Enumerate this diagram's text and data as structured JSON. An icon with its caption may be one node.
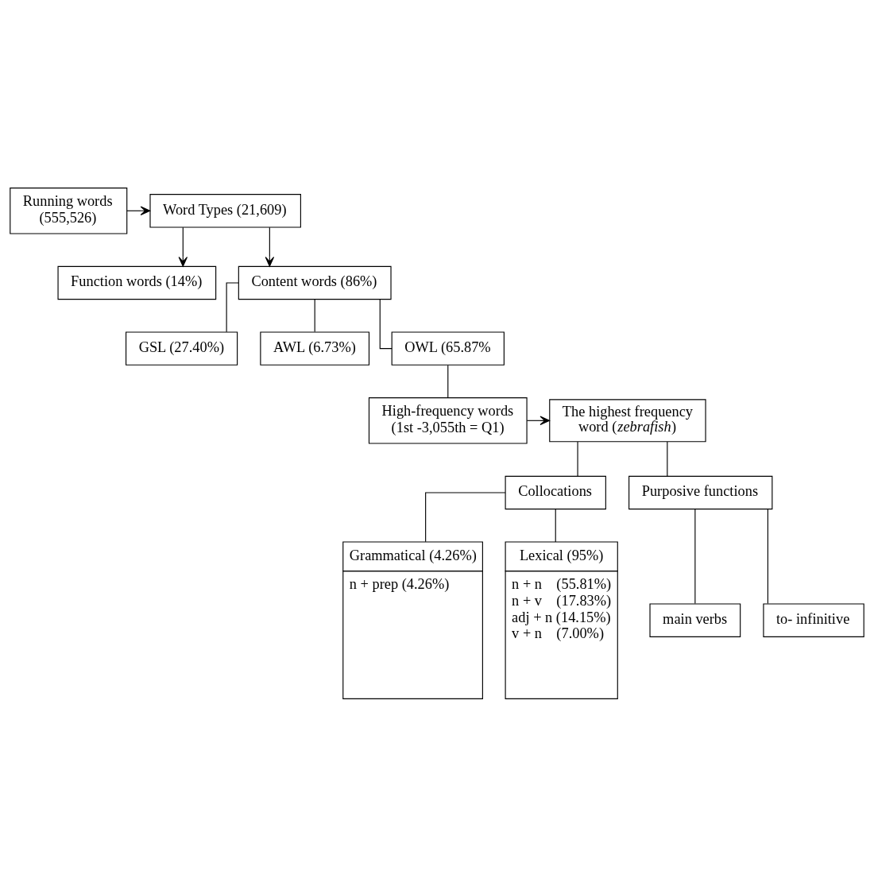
{
  "diagram": {
    "nodes": [
      {
        "text": [
          "Running words (555,526)"
        ]
      },
      {
        "text": [
          "Word Types (21,609)"
        ]
      },
      {
        "text": [
          "Function words (14%)"
        ]
      },
      {
        "text": [
          "Content words (86%)"
        ]
      },
      {
        "text": [
          "GSL (27.40%)"
        ]
      },
      {
        "text": [
          "AWL (6.73%)"
        ]
      },
      {
        "text": [
          "OWL (65.87%"
        ]
      },
      {
        "text": [
          "High-frequency words (1st -3,055th = Q1)"
        ]
      },
      {
        "text": [
          "The highest frequency word (*zebrafish*)"
        ]
      },
      {
        "text": [
          "Collocations"
        ]
      },
      {
        "text": [
          "Purposive functions"
        ]
      },
      {
        "text": [
          "Grammatical (4.26%)",
          "n + prep (4.26%)"
        ]
      },
      {
        "text": [
          "Lexical (95%)",
          "n + n    (55.81%)",
          "n + v    (17.83%)",
          "adj + n (14.15%)",
          "v + n    (7.00%)"
        ]
      },
      {
        "text": [
          "main verbs"
        ]
      },
      {
        "text": [
          "to- infinitive"
        ]
      }
    ],
    "edges": [
      {
        "from": 0,
        "to": 1,
        "arrow": "to"
      },
      {
        "from": 1,
        "to": 2,
        "arrow": "to"
      },
      {
        "from": 1,
        "to": 3,
        "arrow": "to"
      },
      {
        "from": 3,
        "to": 4,
        "arrow": "none"
      },
      {
        "from": 3,
        "to": 5,
        "arrow": "none"
      },
      {
        "from": 3,
        "to": 6,
        "arrow": "none"
      },
      {
        "from": 6,
        "to": 7,
        "arrow": "none"
      },
      {
        "from": 7,
        "to": 8,
        "arrow": "to"
      },
      {
        "from": 8,
        "to": 9,
        "arrow": "none"
      },
      {
        "from": 8,
        "to": 10,
        "arrow": "none"
      },
      {
        "from": 9,
        "to": 11,
        "arrow": "none"
      },
      {
        "from": 9,
        "to": 12,
        "arrow": "none"
      },
      {
        "from": 10,
        "to": 13,
        "arrow": "none"
      },
      {
        "from": 10,
        "to": 14,
        "arrow": "none"
      }
    ]
  }
}
